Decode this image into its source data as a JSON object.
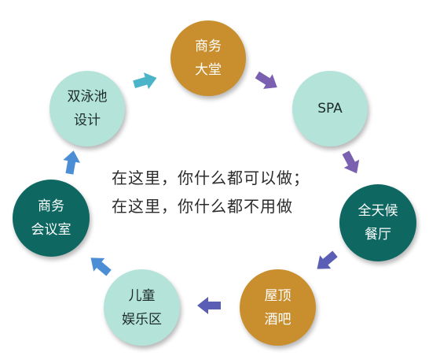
{
  "nodes": [
    {
      "id": "business-lobby",
      "lines": [
        "商务",
        "大堂"
      ],
      "color": "#c98f2e"
    },
    {
      "id": "spa",
      "lines": [
        "SPA"
      ],
      "color": "#b3e3d9"
    },
    {
      "id": "all-day-dining",
      "lines": [
        "全天候",
        "餐厅"
      ],
      "color": "#0f6762"
    },
    {
      "id": "rooftop-bar",
      "lines": [
        "屋顶",
        "酒吧"
      ],
      "color": "#c98f2e"
    },
    {
      "id": "kids-playroom",
      "lines": [
        "儿童",
        "娱乐区"
      ],
      "color": "#b3e3d9"
    },
    {
      "id": "business-meeting",
      "lines": [
        "商务",
        "会议室"
      ],
      "color": "#0f6762"
    },
    {
      "id": "pool-design",
      "lines": [
        "双泳池",
        "设计"
      ],
      "color": "#b3e3d9"
    }
  ],
  "center": {
    "line1": "在这里，你什么都可以做；",
    "line2": "在这里，你什么都不用做"
  },
  "arrow_colors": {
    "cyan": "#4cb4c9",
    "purple": "#7b5fb1",
    "indigo": "#5a5fb5",
    "blue": "#4b8ed6"
  }
}
